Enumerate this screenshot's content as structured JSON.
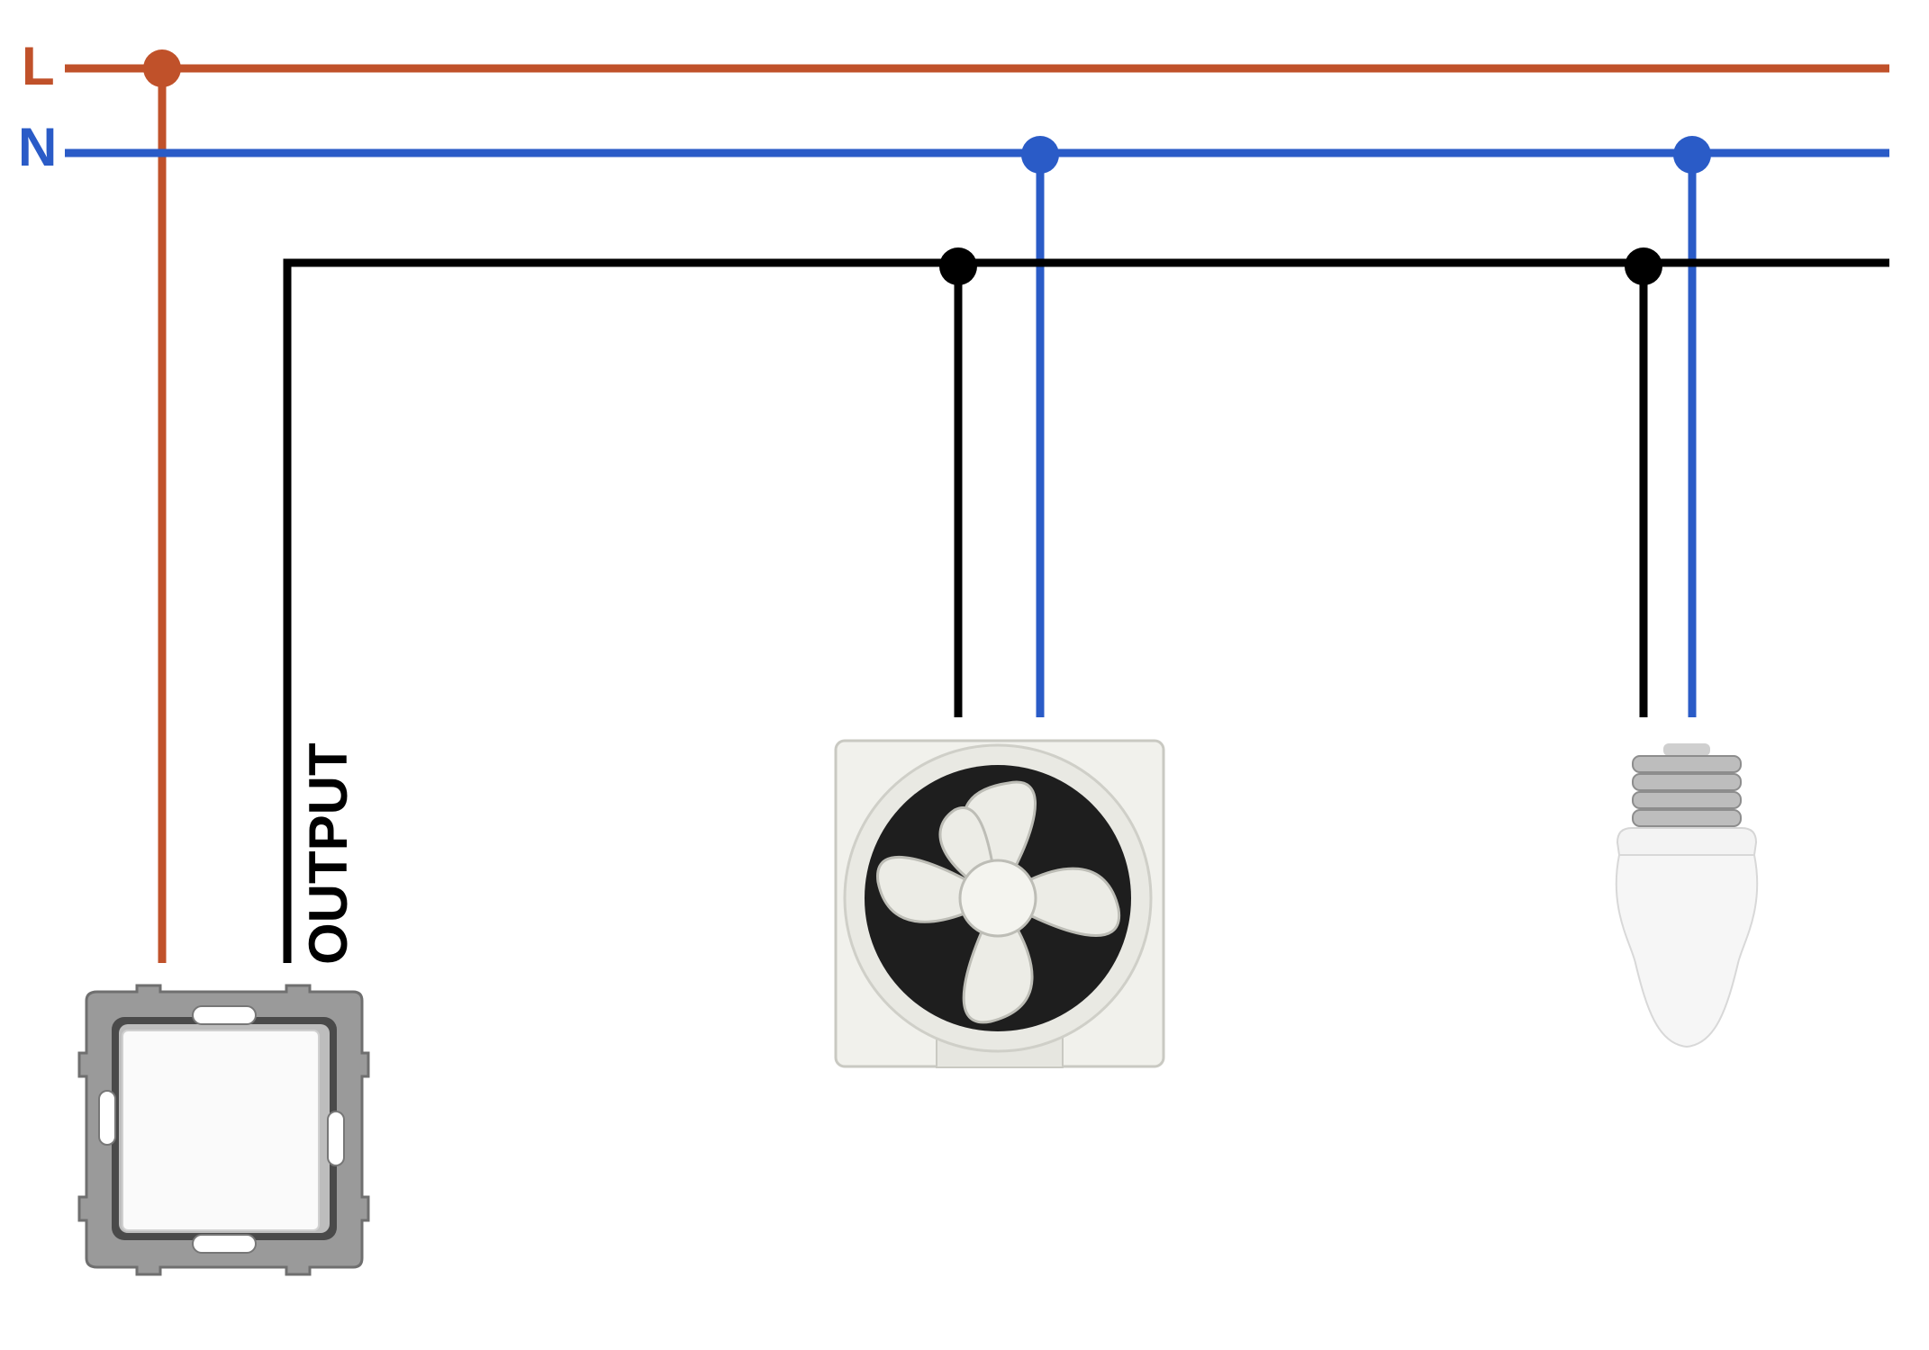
{
  "labels": {
    "live": "L",
    "neutral": "N",
    "output": "OUTPUT"
  },
  "colors": {
    "live": "#c0512a",
    "neutral": "#2a5bc7",
    "output": "#000000"
  },
  "components": {
    "switch": "wall-switch-icon",
    "fan": "exhaust-fan-icon",
    "bulb": "led-bulb-icon"
  }
}
